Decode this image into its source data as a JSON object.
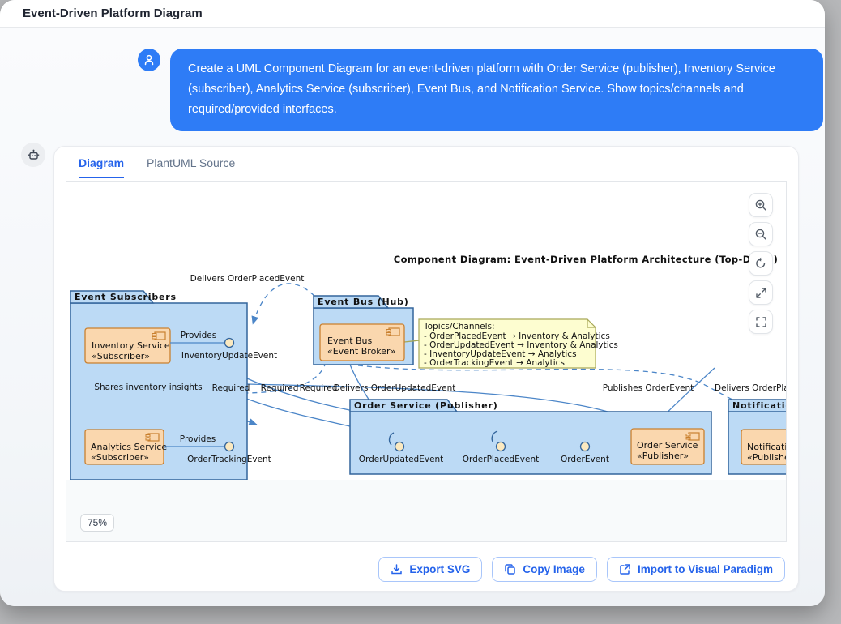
{
  "window": {
    "title": "Event-Driven Platform Diagram"
  },
  "chat": {
    "message": "Create a UML Component Diagram for an event-driven platform with Order Service (publisher), Inventory Service (subscriber), Analytics Service (subscriber), Event Bus, and Notification Service. Show topics/channels and required/provided interfaces."
  },
  "card": {
    "tabs": [
      {
        "label": "Diagram",
        "active": true
      },
      {
        "label": "PlantUML Source",
        "active": false
      }
    ],
    "zoom_badge": "75%",
    "zoom_controls": [
      "zoom-in",
      "zoom-out",
      "reset-view",
      "expand",
      "fullscreen"
    ],
    "actions": [
      {
        "label": "Export SVG",
        "icon": "download-icon"
      },
      {
        "label": "Copy Image",
        "icon": "copy-icon"
      },
      {
        "label": "Import to Visual Paradigm",
        "icon": "external-link-icon"
      }
    ]
  },
  "colors": {
    "accent_blue": "#2e7cf6",
    "tab_active": "#2563eb",
    "package_fill": "#bcdaf5",
    "package_border": "#33659c",
    "component_fill": "#fad7ae",
    "component_border": "#c9802f",
    "note_fill": "#fdfdd0",
    "note_border": "#a8a858",
    "connector": "#4c86c8",
    "interface_fill": "#fbe9c0"
  },
  "diagram": {
    "title": "Component Diagram: Event-Driven Platform Architecture (Top-Down)",
    "packages": [
      "Event Subscribers",
      "Event Bus (Hub)",
      "Order Service (Publisher)",
      "Notification Service"
    ],
    "components": [
      {
        "name": "Inventory Service",
        "stereotype": "«Subscriber»"
      },
      {
        "name": "Analytics Service",
        "stereotype": "«Subscriber»"
      },
      {
        "name": "Event Bus",
        "stereotype": "«Event Broker»"
      },
      {
        "name": "Order Service",
        "stereotype": "«Publisher»"
      },
      {
        "name": "Notification Service",
        "stereotype": "«Publisher»"
      }
    ],
    "note": {
      "header": "Topics/Channels:",
      "lines": [
        "- OrderPlacedEvent → Inventory & Analytics",
        "- OrderUpdatedEvent → Inventory & Analytics",
        "- InventoryUpdateEvent → Analytics",
        "- OrderTrackingEvent → Analytics"
      ]
    },
    "edge_labels": {
      "delivers_order_placed_left": "Delivers OrderPlacedEvent",
      "provides_top": "Provides",
      "inventory_update_event": "InventoryUpdateEvent",
      "shares_inventory_insights": "Shares inventory insights",
      "required_1": "Required",
      "required_2": "Required",
      "required_3": "Required",
      "delivers_order_updated": "Delivers OrderUpdatedEvent",
      "publishes_order_event": "Publishes OrderEvent",
      "delivers_order_placed_right": "Delivers OrderPlacedEvent",
      "provides_bottom": "Provides",
      "order_tracking_event": "OrderTrackingEvent",
      "order_updated_event": "OrderUpdatedEvent",
      "order_placed_event": "OrderPlacedEvent",
      "order_event": "OrderEvent"
    }
  }
}
